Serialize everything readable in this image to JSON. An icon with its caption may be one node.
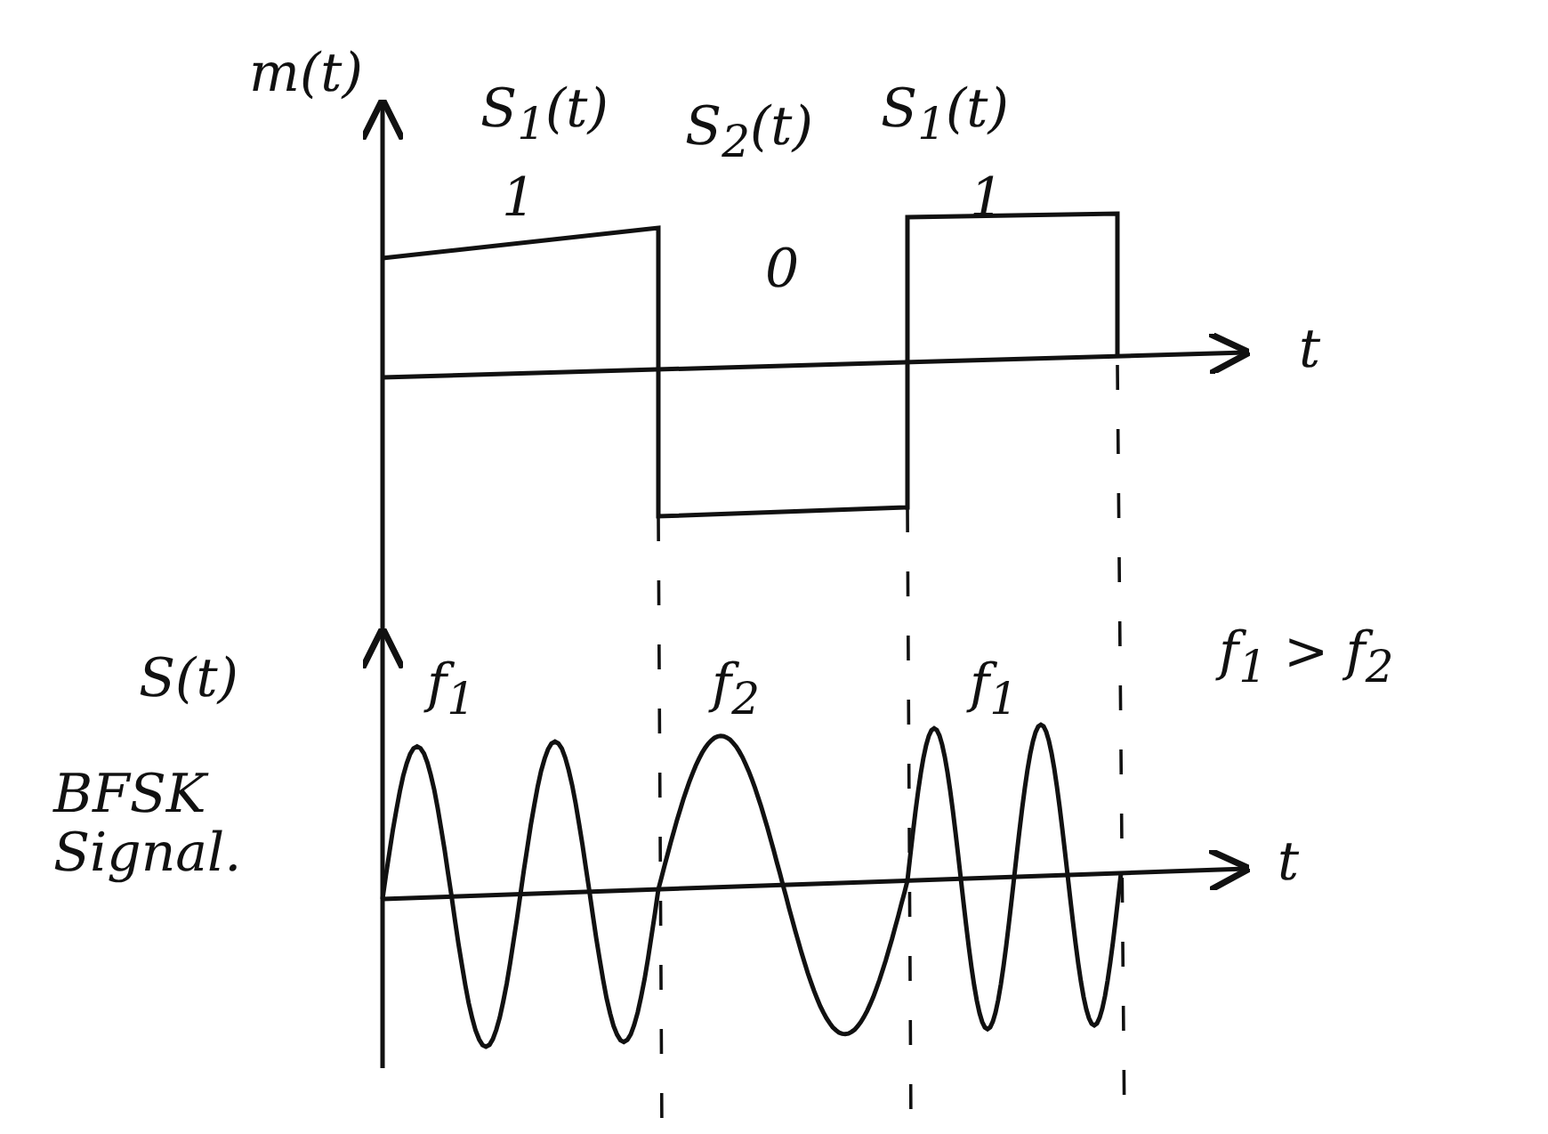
{
  "diagram": {
    "labels": [
      "m(t)",
      "S$_{1}$(t)",
      "S$_{2}$(t)",
      "S$_{1}$(t)",
      "1",
      "0",
      "1",
      "t",
      "S(t)",
      "f$_{1}$",
      "f$_{2}$",
      "f$_{1}$",
      "f$_{1}$ > f$_{2}$",
      "BFSK Signal.",
      "t"
    ]
  }
}
